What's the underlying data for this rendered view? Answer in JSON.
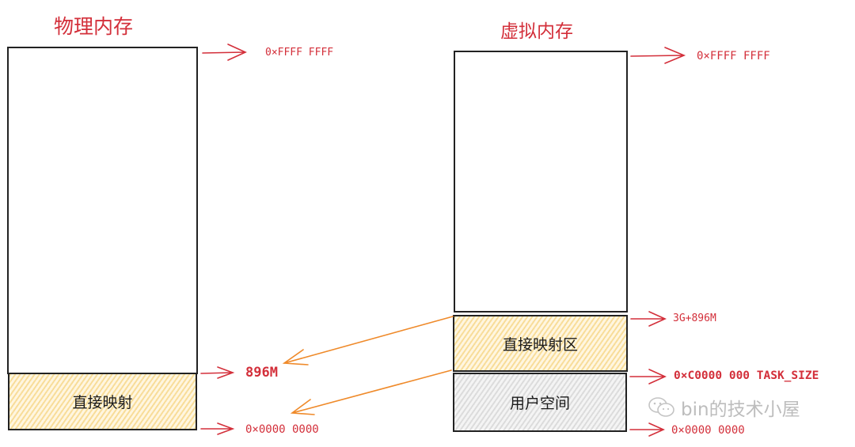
{
  "physical": {
    "title": "物理内存",
    "region_label": "直接映射",
    "top_address": "0×FFFF FFFF",
    "boundary_address": "896M",
    "bottom_address": "0×0000 0000"
  },
  "virtual": {
    "title": "虚拟内存",
    "direct_region_label": "直接映射区",
    "user_region_label": "用户空间",
    "top_address": "0×FFFF FFFF",
    "direct_top_address": "3G+896M",
    "task_size_address": "0×C0000 000 TASK_SIZE",
    "bottom_address": "0×0000 0000"
  },
  "watermark": {
    "text": "bin的技术小屋",
    "icon": "wechat-icon"
  },
  "colors": {
    "accent_red": "#d32f3a",
    "mapping_arrow": "#ef8a2a",
    "direct_fill": "#f8dd9a",
    "user_fill": "#dcdcdc"
  }
}
